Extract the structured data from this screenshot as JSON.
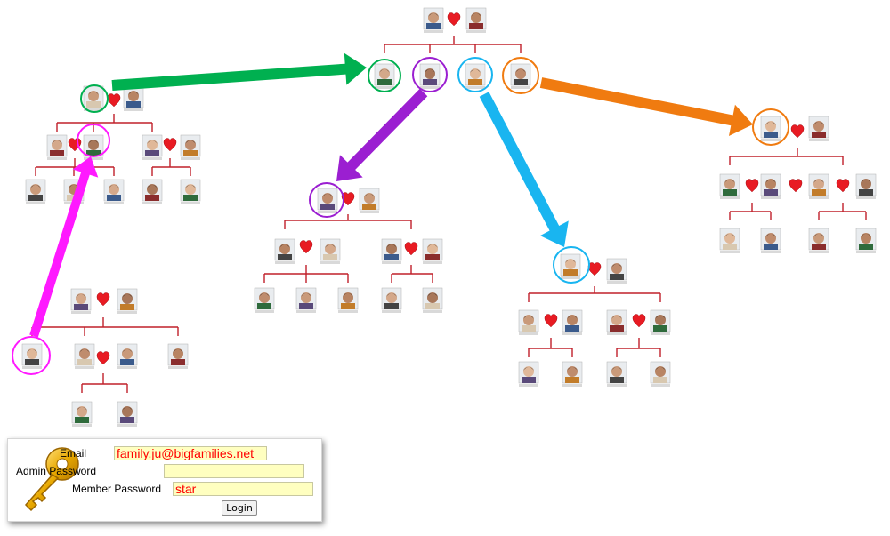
{
  "login": {
    "email_label": "Email",
    "email_value": "family.ju@bigfamilies.net",
    "admin_password_label": "Admin Password",
    "admin_password_value": "",
    "member_password_label": "Member Password",
    "member_password_value": "star",
    "login_button": "Login"
  },
  "colors": {
    "tree_line": "#c0202a",
    "heart": "#e81b23",
    "highlight_green": "#00b050",
    "highlight_purple": "#9b1fd1",
    "highlight_blue": "#19b5f0",
    "highlight_orange": "#f07b10",
    "highlight_magenta": "#ff19ff",
    "field_background": "#ffffc0",
    "field_text": "#ff0000"
  },
  "icons": [
    "key-icon",
    "heart-icon",
    "person-photo"
  ]
}
